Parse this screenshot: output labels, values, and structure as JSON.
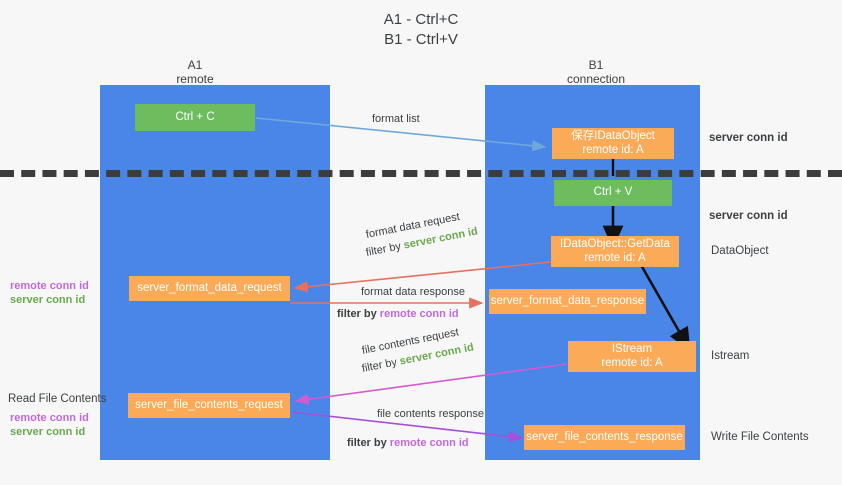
{
  "title": {
    "line1": "A1 - Ctrl+C",
    "line2": "B1 - Ctrl+V"
  },
  "colors": {
    "lane": "#4a86e8",
    "green_box": "#6dbd5f",
    "orange_box": "#fbab57",
    "server_conn_id": "#6aa84f",
    "remote_conn_id": "#c16ad8",
    "arrow_light_blue": "#6fa8dc",
    "arrow_red": "#e8705f",
    "arrow_magenta": "#d45ad0",
    "arrow_purple": "#a64fd8",
    "arrow_black": "#000000",
    "divider": "#3c3c3c",
    "background": "#f7f7f7"
  },
  "lanes": [
    {
      "name": "A1",
      "sub": "remote"
    },
    {
      "name": "B1",
      "sub": "connection"
    }
  ],
  "boxes": {
    "ctrl_c": {
      "line1": "Ctrl + C",
      "line2": "",
      "color": "green"
    },
    "save_idataobject": {
      "line1": "保存IDataObject",
      "line2": "remote id: A",
      "color": "orange"
    },
    "ctrl_v": {
      "line1": "Ctrl + V",
      "line2": "",
      "color": "green"
    },
    "getdata": {
      "line1": "IDataObject::GetData",
      "line2": "remote id: A",
      "color": "orange"
    },
    "format_data_request": {
      "line1": "server_format_data_request",
      "line2": "",
      "color": "orange"
    },
    "format_data_response": {
      "line1": "server_format_data_response",
      "line2": "",
      "color": "orange"
    },
    "istream": {
      "line1": "IStream",
      "line2": "remote id: A",
      "color": "orange"
    },
    "file_contents_request": {
      "line1": "server_file_contents_request",
      "line2": "",
      "color": "orange"
    },
    "file_contents_response": {
      "line1": "server_file_contents_response",
      "line2": "",
      "color": "orange"
    }
  },
  "arrow_labels": {
    "format_list": "format list",
    "format_data_request": {
      "line1": "format data request",
      "filter_prefix": "filter by ",
      "filter_value": "server conn id"
    },
    "format_data_response": {
      "line1": "format data response",
      "filter_prefix": "filter by ",
      "filter_value": "remote conn id"
    },
    "file_contents_request": {
      "line1": "file contents request",
      "filter_prefix": "filter by ",
      "filter_value": "server conn id"
    },
    "file_contents_response": {
      "line1": "file contents response",
      "filter_prefix": "filter by ",
      "filter_value": "remote conn id"
    }
  },
  "right_labels": {
    "server_conn_id_top": "server conn id",
    "server_conn_id_mid": "server conn id",
    "dataobject": "DataObject",
    "istream": "Istream",
    "write_file_contents": "Write File Contents"
  },
  "left_labels": {
    "conn_pair_top": {
      "remote": "remote conn id",
      "server": "server conn id"
    },
    "read_file_contents": "Read File Contents",
    "conn_pair_bottom": {
      "remote": "remote conn id",
      "server": "server conn id"
    }
  }
}
